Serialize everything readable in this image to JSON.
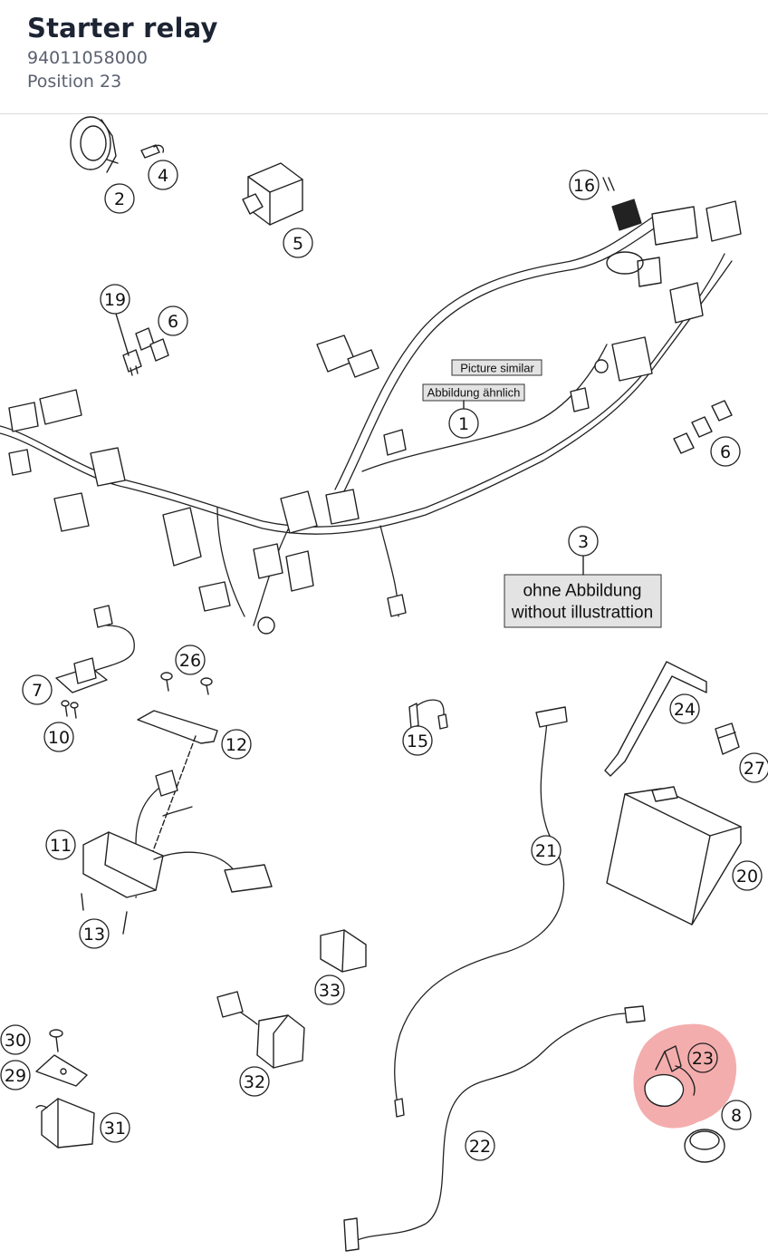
{
  "header": {
    "title": "Starter relay",
    "part_number": "94011058000",
    "position": "Position 23"
  },
  "highlight": {
    "position_number": "23",
    "color": "#f08a8a"
  },
  "notes": {
    "picture_similar": "Picture similar",
    "abbildung_aehnlich": "Abbildung ähnlich",
    "ohne_abbildung": "ohne Abbildung",
    "without_illustration": "without illustrattion"
  },
  "callouts": {
    "c1": "1",
    "c2": "2",
    "c3": "3",
    "c4": "4",
    "c5": "5",
    "c6a": "6",
    "c6b": "6",
    "c7": "7",
    "c8": "8",
    "c10": "10",
    "c11": "11",
    "c12": "12",
    "c13": "13",
    "c15": "15",
    "c16": "16",
    "c19": "19",
    "c20": "20",
    "c21": "21",
    "c22": "22",
    "c23": "23",
    "c24": "24",
    "c26": "26",
    "c27": "27",
    "c29": "29",
    "c30": "30",
    "c31": "31",
    "c32": "32",
    "c33": "33"
  },
  "colors": {
    "line": "#222222",
    "note_fill": "#e3e3e3",
    "title": "#1d2433",
    "subtitle": "#5a6170"
  }
}
